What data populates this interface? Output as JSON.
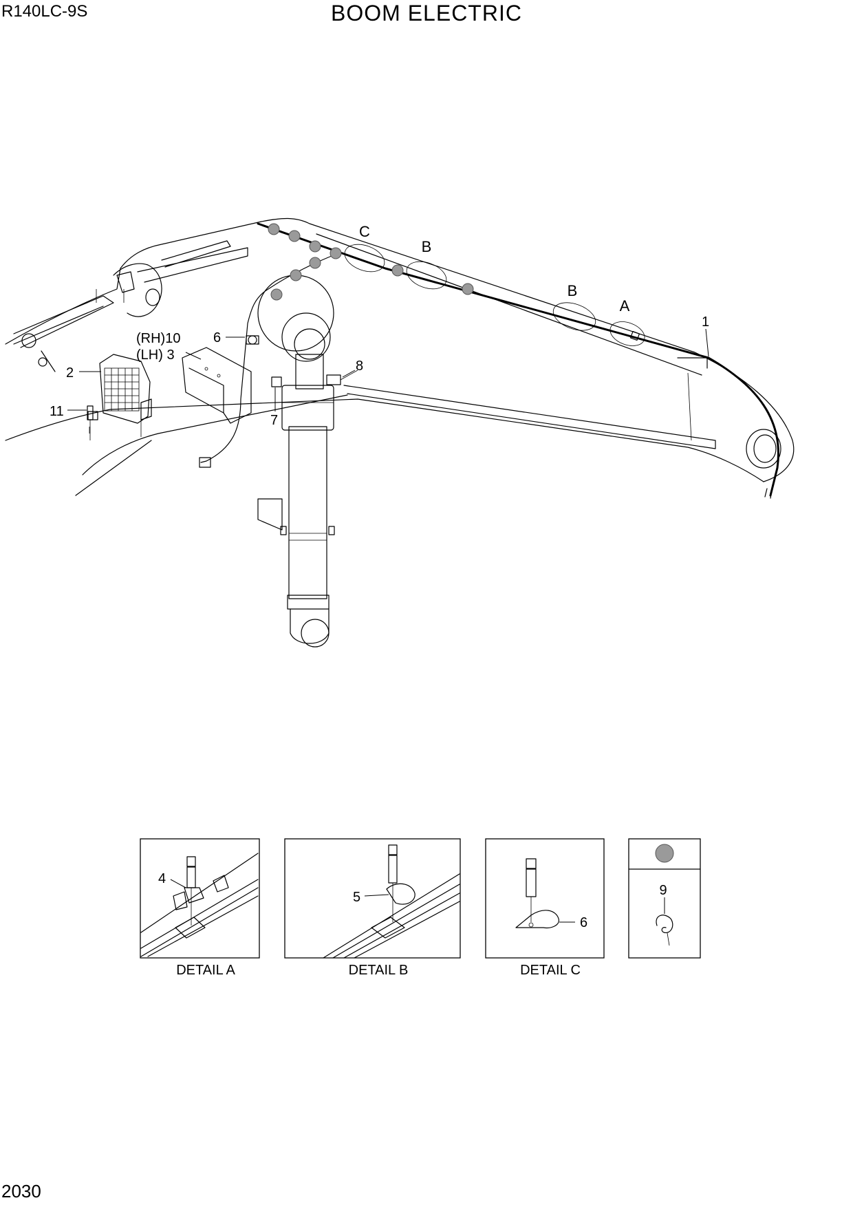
{
  "header": {
    "model": "R140LC-9S",
    "title": "BOOM ELECTRIC"
  },
  "footer": {
    "page_number": "2030"
  },
  "callouts": {
    "harness": "1",
    "work_lamp": "2",
    "bracket_lh": "(LH)  3",
    "bracket_rh": "(RH)10",
    "clip_b": "6",
    "bolt_7": "7",
    "bolt_8": "8",
    "bolt_11": "11"
  },
  "detail_markers": {
    "c": "C",
    "b1": "B",
    "b2": "B",
    "a": "A"
  },
  "details": [
    {
      "caption": "DETAIL  A",
      "part": "4"
    },
    {
      "caption": "DETAIL  B",
      "part": "5"
    },
    {
      "caption": "DETAIL  C",
      "part": "6"
    },
    {
      "caption": "",
      "part": "9"
    }
  ],
  "legend": {
    "marker_color": "#9a9a9a"
  }
}
